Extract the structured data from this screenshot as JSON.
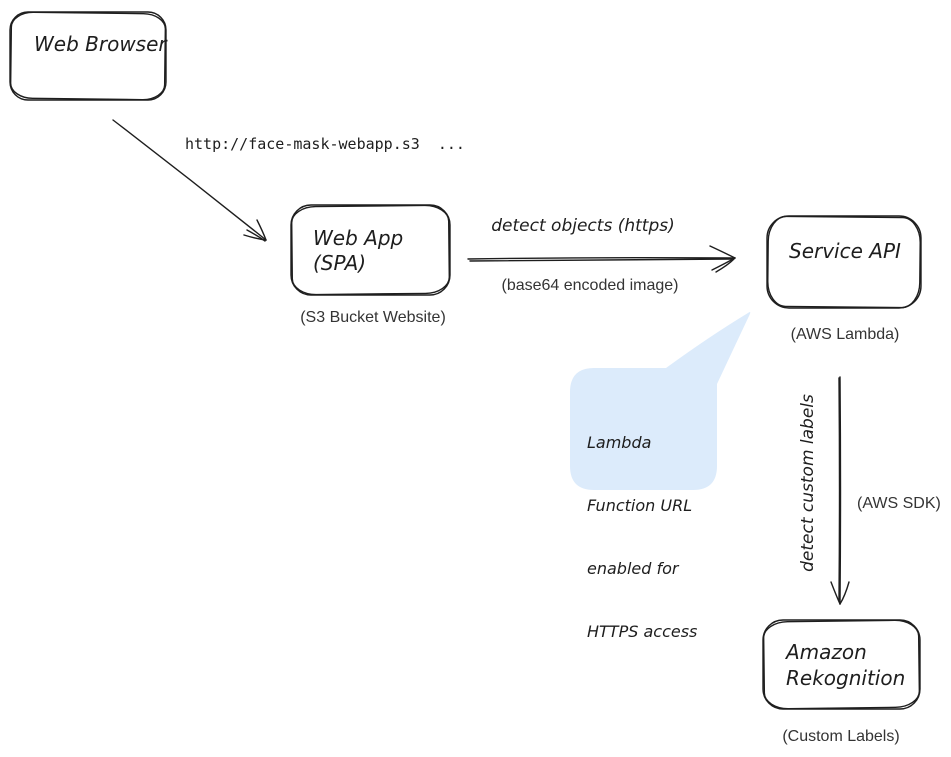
{
  "colors": {
    "stroke": "#1e1e1e",
    "bubble_fill": "#dcebfb",
    "caption_text": "#343434",
    "background": "#ffffff"
  },
  "nodes": {
    "web_browser": {
      "title": "Web Browser"
    },
    "web_app": {
      "title_line1": "Web App",
      "title_line2": "(SPA)",
      "caption": "(S3 Bucket Website)"
    },
    "service_api": {
      "title": "Service API",
      "caption": "(AWS Lambda)"
    },
    "rekognition": {
      "title_line1": "Amazon",
      "title_line2": "Rekognition",
      "caption": "(Custom Labels)"
    }
  },
  "edges": {
    "browser_to_webapp": {
      "label": "http://face-mask-webapp.s3  ..."
    },
    "webapp_to_api": {
      "label_top": "detect objects (https)",
      "label_bottom": "(base64 encoded image)"
    },
    "api_to_rekognition": {
      "label_left": "detect custom labels",
      "label_right": "(AWS SDK)"
    }
  },
  "callout": {
    "line1": "Lambda",
    "line2": "Function URL",
    "line3": "enabled for",
    "line4": "HTTPS access"
  }
}
